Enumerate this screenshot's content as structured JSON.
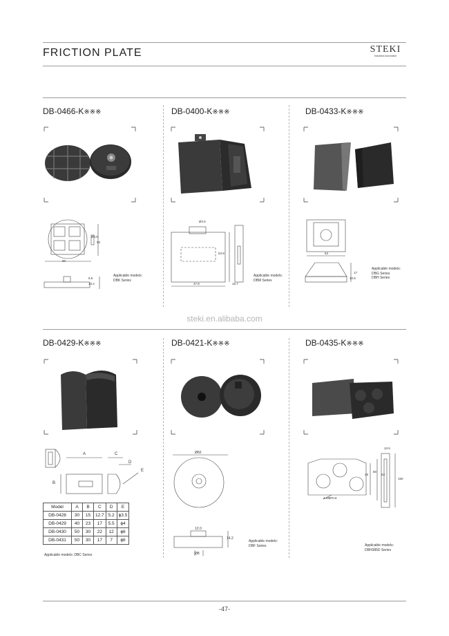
{
  "header": {
    "title": "FRICTION PLATE",
    "logo_word": "STEKI",
    "logo_sub": "Industrial Automation"
  },
  "products": [
    {
      "code": "DB-0466-K",
      "suffix": "※※※",
      "app_label": "Applicable models:",
      "models": [
        "DBK Series"
      ],
      "dims": [
        "Ø4.5",
        "8.5",
        "13.4",
        "60",
        "60"
      ]
    },
    {
      "code": "DB-0400-K",
      "suffix": "※※※",
      "app_label": "Applicable models:",
      "models": [
        "DBM Series"
      ],
      "dims": [
        "Ø4.5",
        "53.8",
        "47.8",
        "16.7"
      ]
    },
    {
      "code": "DB-0433-K",
      "suffix": "※※※",
      "app_label": "Applicable models:",
      "models": [
        "DBG Series",
        "DBH Series"
      ],
      "dims": [
        "63",
        "17",
        "10.8"
      ]
    },
    {
      "code": "DB-0429-K",
      "suffix": "※※※",
      "app_label": "Applicable models: DBC Series",
      "models": [],
      "dims": [
        "A",
        "B",
        "C",
        "D",
        "E"
      ]
    },
    {
      "code": "DB-0421-K",
      "suffix": "※※※",
      "app_label": "Applicable models:",
      "models": [
        "DBF Series"
      ],
      "dims": [
        "Ø60",
        "12.0",
        "14.2",
        "Ø8"
      ]
    },
    {
      "code": "DB-0435-K",
      "suffix": "※※※",
      "app_label": "Applicable models:",
      "models": [
        "DBH385D Series"
      ],
      "dims": [
        "10.5",
        "63",
        "45",
        "80",
        "150",
        "4-M5P0.8"
      ]
    }
  ],
  "spec_table": {
    "headers": [
      "Model",
      "A",
      "B",
      "C",
      "D",
      "E"
    ],
    "rows": [
      [
        "DB-0428",
        "30",
        "15",
        "12.7",
        "5.2",
        "ϕ3.5"
      ],
      [
        "DB-0429",
        "40",
        "23",
        "17",
        "5.5",
        "ϕ4"
      ],
      [
        "DB-0430",
        "50",
        "30",
        "22",
        "12",
        "ϕ6"
      ],
      [
        "DB-0431",
        "50",
        "30",
        "17",
        "7",
        "ϕ6"
      ]
    ]
  },
  "website": "steki.en.alibaba.com",
  "page_number": "-47-"
}
